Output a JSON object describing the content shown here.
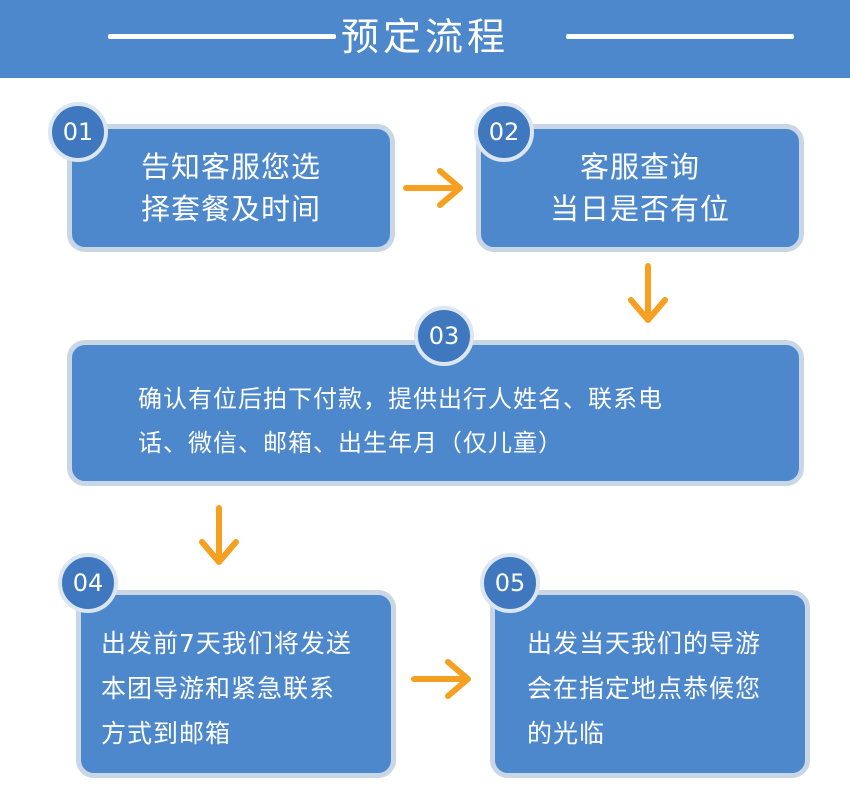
{
  "header": {
    "title": "预定流程"
  },
  "steps": [
    {
      "number": "01",
      "text": "告知客服您选\n择套餐及时间"
    },
    {
      "number": "02",
      "text": "客服查询\n当日是否有位"
    },
    {
      "number": "03",
      "text": "确认有位后拍下付款，提供出行人姓名、联系电\n话、微信、邮箱、出生年月（仅儿童）"
    },
    {
      "number": "04",
      "text": "出发前7天我们将发送\n本团导游和紧急联系\n方式到邮箱"
    },
    {
      "number": "05",
      "text": "出发当天我们的导游\n会在指定地点恭候您\n的光临"
    }
  ],
  "colors": {
    "primary": "#4e88cc",
    "border": "#c9d6e6",
    "arrow": "#f5a020"
  }
}
